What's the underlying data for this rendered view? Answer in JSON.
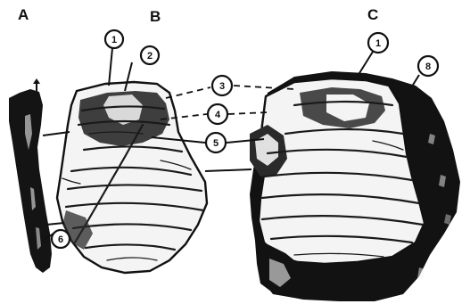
{
  "panels": {
    "a": "A",
    "b": "B",
    "c": "C"
  },
  "callouts": {
    "c1_b": "1",
    "c2_b": "2",
    "c3": "3",
    "c4": "4",
    "c5": "5",
    "c6": "6",
    "c1_c": "1",
    "c8": "8"
  },
  "colors": {
    "ink": "#111111",
    "paper": "#ffffff"
  }
}
